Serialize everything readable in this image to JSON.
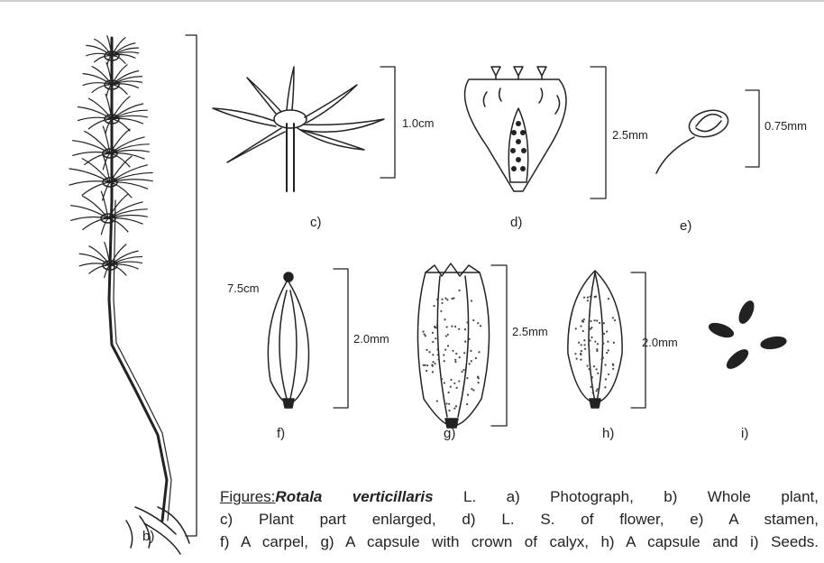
{
  "figure": {
    "panel_labels": {
      "b": "b)",
      "c": "c)",
      "d": "d)",
      "e": "e)",
      "f": "f)",
      "g": "g)",
      "h": "h)",
      "i": "i)"
    },
    "scale_labels": {
      "c": "1.0cm",
      "d": "2.5mm",
      "e": "0.75mm",
      "f_top": "7.5cm",
      "f": "2.0mm",
      "g": "2.5mm",
      "h": "2.0mm"
    },
    "caption": {
      "prefix": "Figures:",
      "species": "Rotala verticillaris",
      "line1_rest": "L. a) Photograph, b) Whole plant,",
      "line2": "c) Plant part enlarged, d) L. S. of flower, e) A stamen,",
      "line3": "f) A carpel, g) A capsule with crown of calyx, h) A capsule and i) Seeds."
    }
  }
}
